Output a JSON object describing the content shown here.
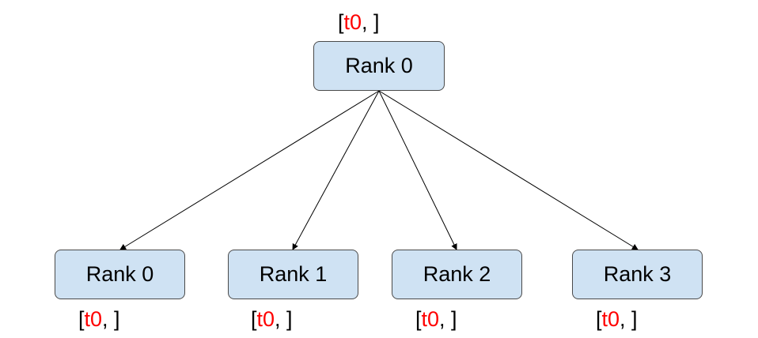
{
  "root": {
    "label": "Rank 0",
    "tensor": {
      "open": "[",
      "name": "t0",
      "rest": ", ]"
    }
  },
  "children": [
    {
      "label": "Rank 0",
      "tensor": {
        "open": "[",
        "name": "t0",
        "rest": ", ]"
      }
    },
    {
      "label": "Rank 1",
      "tensor": {
        "open": "[",
        "name": "t0",
        "rest": ", ]"
      }
    },
    {
      "label": "Rank 2",
      "tensor": {
        "open": "[",
        "name": "t0",
        "rest": ", ]"
      }
    },
    {
      "label": "Rank 3",
      "tensor": {
        "open": "[",
        "name": "t0",
        "rest": ", ]"
      }
    }
  ],
  "colors": {
    "node_fill": "#cfe2f3",
    "node_border": "#4a4a4a",
    "tensor_highlight": "#ff0000",
    "edge": "#000000"
  }
}
